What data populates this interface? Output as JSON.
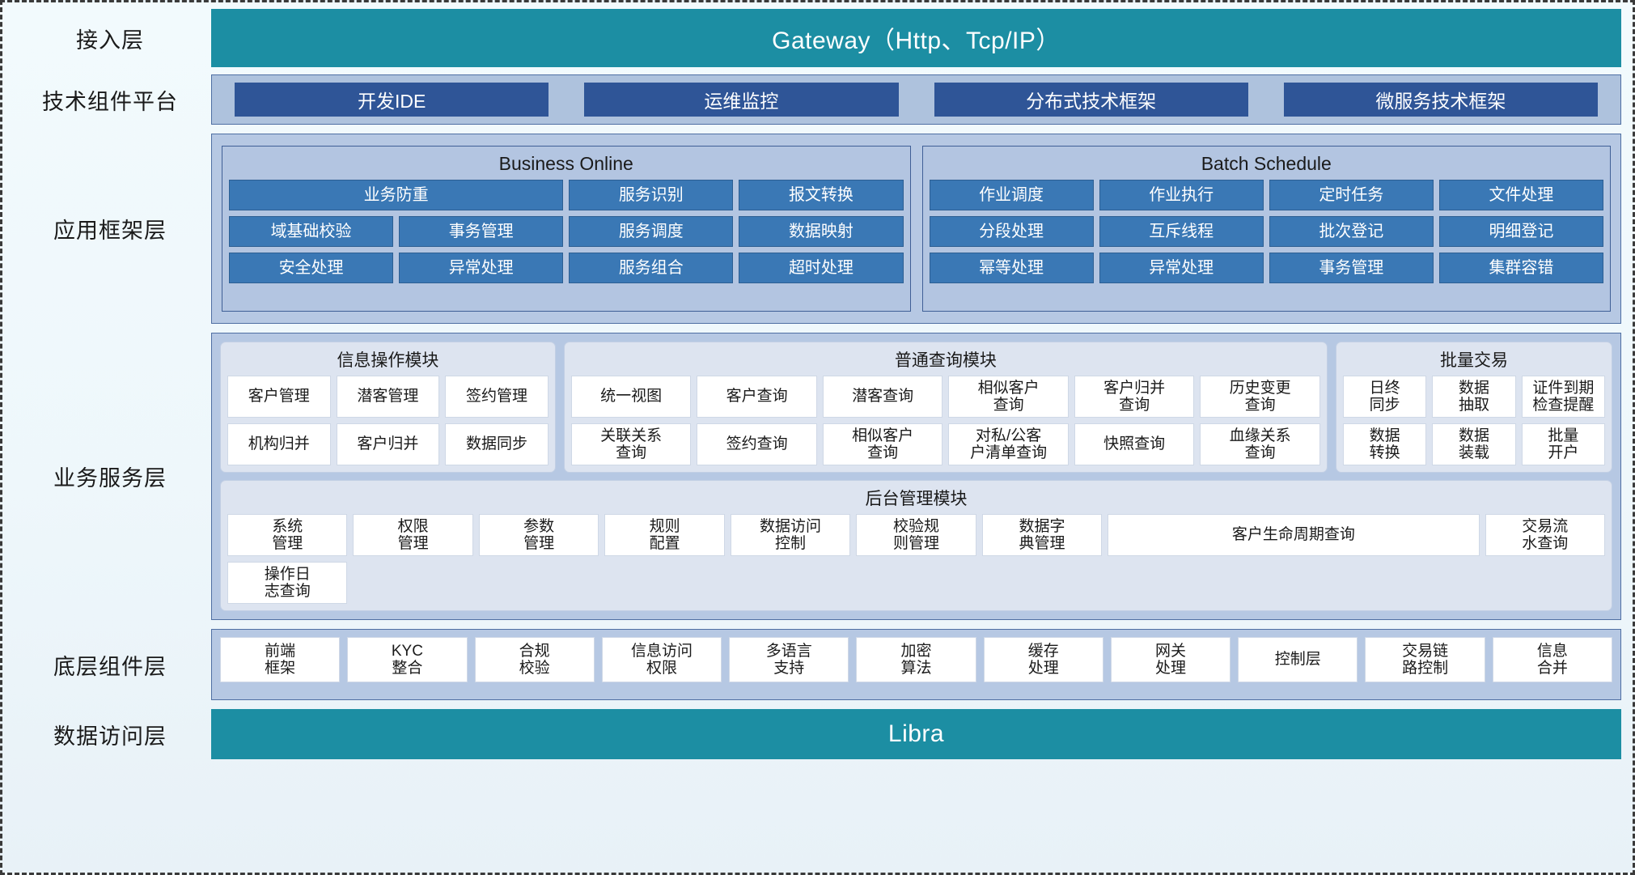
{
  "layers": {
    "access": {
      "label": "接入层",
      "bar": "Gateway（Http、Tcp/IP）"
    },
    "tech": {
      "label": "技术组件平台",
      "chips": [
        "开发IDE",
        "运维监控",
        "分布式技术框架",
        "微服务技术框架"
      ]
    },
    "app_framework": {
      "label": "应用框架层",
      "panels": [
        {
          "title": "Business Online",
          "cells": [
            {
              "text": "业务防重",
              "span": 2
            },
            {
              "text": "服务识别",
              "span": 1
            },
            {
              "text": "报文转换",
              "span": 1
            },
            {
              "text": "域基础校验",
              "span": 1
            },
            {
              "text": "事务管理",
              "span": 1
            },
            {
              "text": "服务调度",
              "span": 1
            },
            {
              "text": "数据映射",
              "span": 1
            },
            {
              "text": "安全处理",
              "span": 1
            },
            {
              "text": "异常处理",
              "span": 1
            },
            {
              "text": "服务组合",
              "span": 1
            },
            {
              "text": "超时处理",
              "span": 1
            }
          ]
        },
        {
          "title": "Batch Schedule",
          "cells": [
            {
              "text": "作业调度",
              "span": 1
            },
            {
              "text": "作业执行",
              "span": 1
            },
            {
              "text": "定时任务",
              "span": 1
            },
            {
              "text": "文件处理",
              "span": 1
            },
            {
              "text": "分段处理",
              "span": 1
            },
            {
              "text": "互斥线程",
              "span": 1
            },
            {
              "text": "批次登记",
              "span": 1
            },
            {
              "text": "明细登记",
              "span": 1
            },
            {
              "text": "幂等处理",
              "span": 1
            },
            {
              "text": "异常处理",
              "span": 1
            },
            {
              "text": "事务管理",
              "span": 1
            },
            {
              "text": "集群容错",
              "span": 1
            }
          ]
        }
      ]
    },
    "business_service": {
      "label": "业务服务层",
      "top_panels": [
        {
          "title": "信息操作模块",
          "columns": 3,
          "flex": "300",
          "cells": [
            "客户管理",
            "潜客管理",
            "签约管理",
            "机构归并",
            "客户归并",
            "数据同步"
          ]
        },
        {
          "title": "普通查询模块",
          "columns": 6,
          "flex": "700",
          "cells": [
            "统一视图",
            "客户查询",
            "潜客查询",
            "相似客户\n查询",
            "客户归并\n查询",
            "历史变更\n查询",
            "关联关系\n查询",
            "签约查询",
            "相似客户\n查询",
            "对私/公客\n户清单查询",
            "快照查询",
            "血缘关系\n查询"
          ]
        },
        {
          "title": "批量交易",
          "columns": 3,
          "flex": "245",
          "cells": [
            "日终\n同步",
            "数据\n抽取",
            "证件到期\n检查提醒",
            "数据\n转换",
            "数据\n装载",
            "批量\n开户"
          ]
        }
      ],
      "bottom_panel": {
        "title": "后台管理模块",
        "cells": [
          {
            "text": "系统\n管理",
            "span": 1
          },
          {
            "text": "权限\n管理",
            "span": 1
          },
          {
            "text": "参数\n管理",
            "span": 1
          },
          {
            "text": "规则\n配置",
            "span": 1
          },
          {
            "text": "数据访问\n控制",
            "span": 1
          },
          {
            "text": "校验规\n则管理",
            "span": 1
          },
          {
            "text": "数据字\n典管理",
            "span": 1
          },
          {
            "text": "客户生命周期查询",
            "span": 3
          },
          {
            "text": "交易流\n水查询",
            "span": 1
          },
          {
            "text": "操作日\n志查询",
            "span": 1
          }
        ]
      }
    },
    "bottom_component": {
      "label": "底层组件层",
      "cells": [
        {
          "text": "前端\n框架",
          "span": 1
        },
        {
          "text": "KYC\n整合",
          "span": 1
        },
        {
          "text": "合规\n校验",
          "span": 1
        },
        {
          "text": "信息访问\n权限",
          "span": 1
        },
        {
          "text": "多语言\n支持",
          "span": 1
        },
        {
          "text": "加密\n算法",
          "span": 1
        },
        {
          "text": "缓存\n处理",
          "span": 1
        },
        {
          "text": "网关\n处理",
          "span": 1
        },
        {
          "text": "控制层",
          "span": 1
        },
        {
          "text": "交易链\n路控制",
          "span": 1
        },
        {
          "text": "信息\n合并",
          "span": 1
        }
      ]
    },
    "data_access": {
      "label": "数据访问层",
      "bar": "Libra"
    }
  },
  "colors": {
    "teal": "#1c8ea3",
    "dark_blue_chip": "#2f5597",
    "medium_blue_cell": "#3a78b5",
    "band_bg": "#b6c8e3",
    "panel_bg": "#dde4f0",
    "page_bg": "#eef7fb"
  }
}
